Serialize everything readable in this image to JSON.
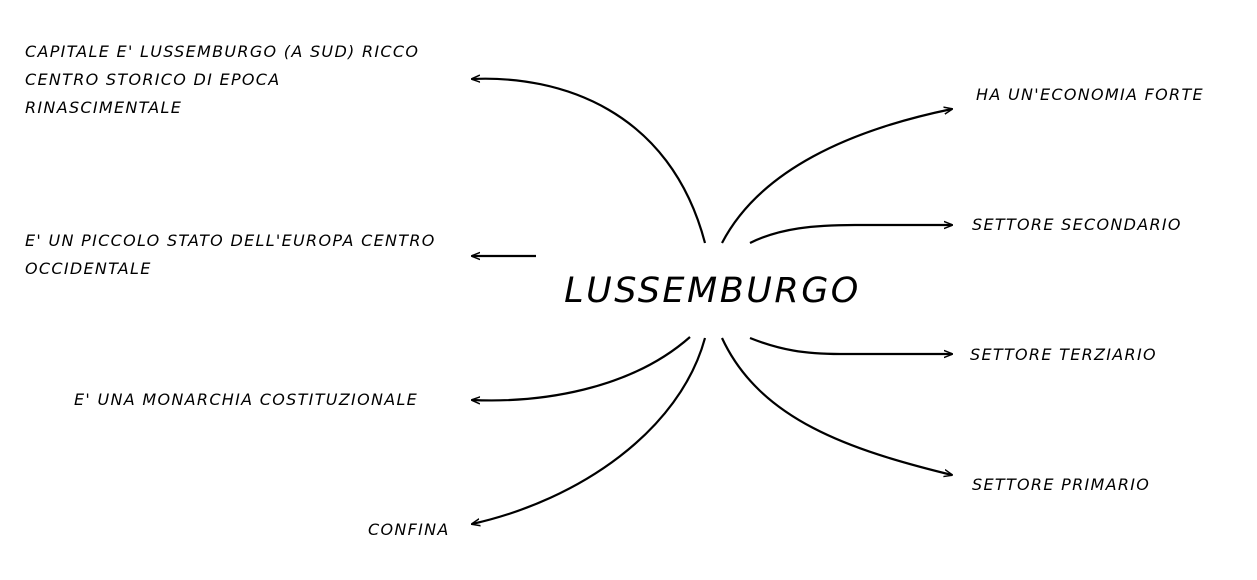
{
  "mindmap": {
    "central": "LUSSEMBURGO",
    "left_topics": [
      {
        "lines": [
          "CAPITALE E' LUSSEMBURGO (A SUD) RICCO",
          "CENTRO STORICO DI EPOCA",
          "RINASCIMENTALE"
        ]
      },
      {
        "lines": [
          "E' UN PICCOLO STATO DELL'EUROPA CENTRO",
          "OCCIDENTALE"
        ]
      },
      {
        "lines": [
          "E' UNA MONARCHIA COSTITUZIONALE"
        ]
      },
      {
        "lines": [
          "CONFINA"
        ]
      }
    ],
    "right_topics": [
      {
        "lines": [
          "HA UN'ECONOMIA FORTE"
        ]
      },
      {
        "lines": [
          "SETTORE SECONDARIO"
        ]
      },
      {
        "lines": [
          "SETTORE TERZIARIO"
        ]
      },
      {
        "lines": [
          "SETTORE PRIMARIO"
        ]
      }
    ]
  },
  "colors": {
    "line": "#000000",
    "text": "#000000",
    "background": "#ffffff"
  }
}
